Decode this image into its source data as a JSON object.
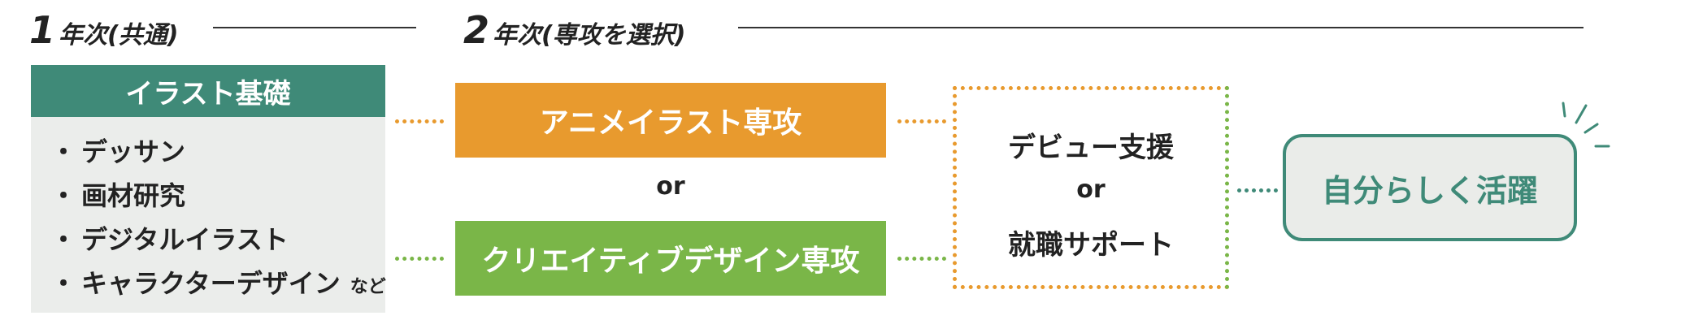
{
  "year1": {
    "num": "1",
    "label": "年次(共通)"
  },
  "year2": {
    "num": "2",
    "label": "年次(専攻を選択)"
  },
  "foundation": {
    "title": "イラスト基礎",
    "items": [
      "デッサン",
      "画材研究",
      "デジタルイラスト",
      "キャラクターデザイン"
    ],
    "items_suffix": "など"
  },
  "majors": {
    "anime": "アニメイラスト専攻",
    "or": "or",
    "creative": "クリエイティブデザイン専攻"
  },
  "support": {
    "line1": "デビュー支援",
    "or": "or",
    "line2": "就職サポート"
  },
  "goal": "自分らしく活躍",
  "colors": {
    "teal": "#3f8a78",
    "orange": "#e89a2e",
    "green": "#7ab648",
    "grey_bg": "#ebedeb",
    "goal_border": "#3f8a78",
    "goal_bg": "#eaece9"
  }
}
